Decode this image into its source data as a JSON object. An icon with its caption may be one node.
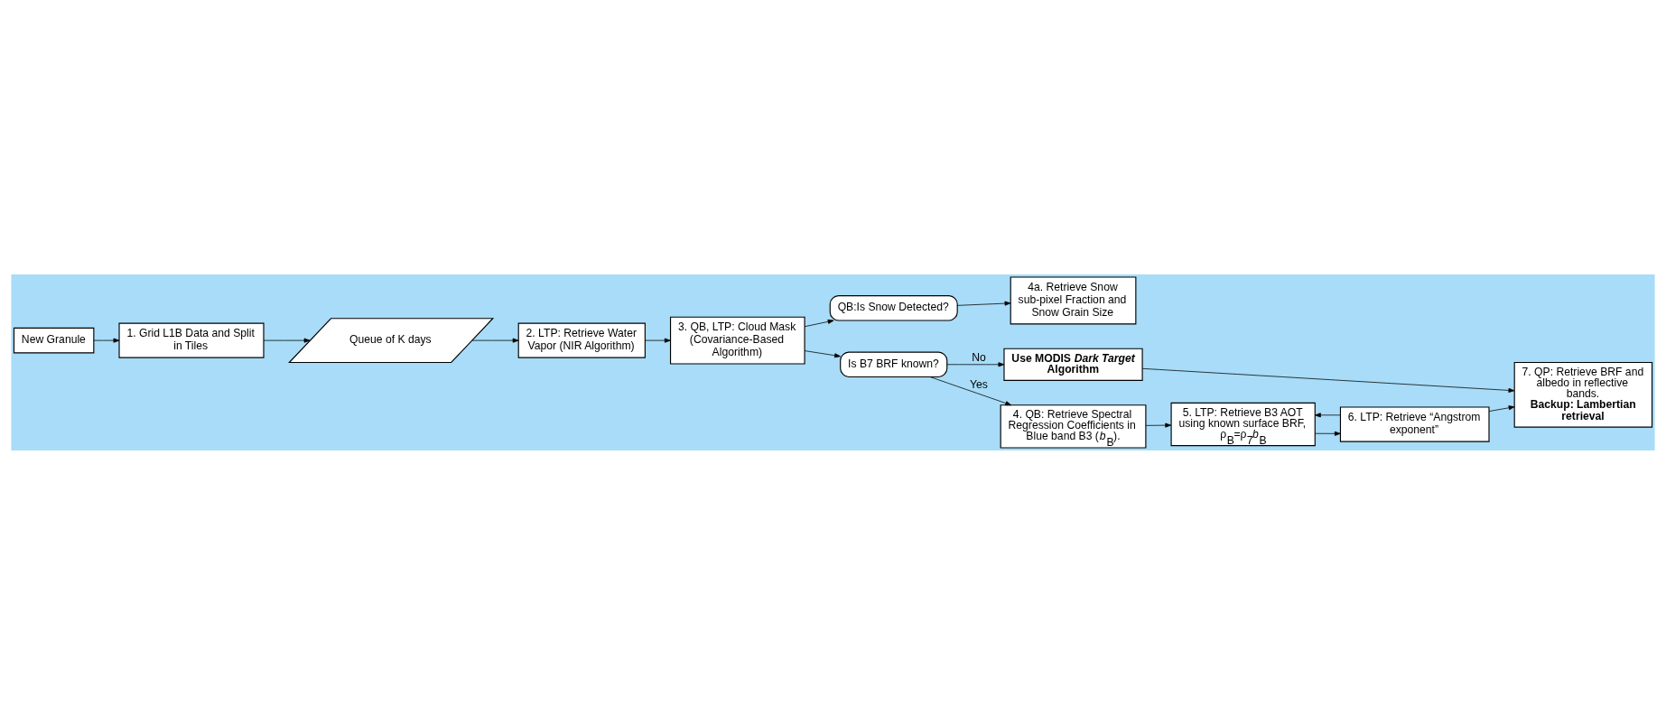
{
  "diagram": {
    "nodes": [
      {
        "text": [
          "New Granule"
        ]
      },
      {
        "text": [
          "1. Grid L1B Data and Split in Tiles"
        ]
      },
      {
        "text": [
          "Queue of K days"
        ]
      },
      {
        "text": [
          "2. LTP: Retrieve Water Vapor (NIR Algorithm)"
        ]
      },
      {
        "text": [
          "3. QB, LTP: Cloud Mask (Covariance-Based Algorithm)"
        ]
      },
      {
        "text": [
          "QB:Is Snow Detected?"
        ]
      },
      {
        "text": [
          "4a. Retrieve Snow sub-pixel Fraction and Snow Grain Size"
        ]
      },
      {
        "text": [
          "Is B7 BRF known?"
        ]
      },
      {
        "text": [
          "Use MODIS *Dark Target* Algorithm"
        ]
      },
      {
        "text": [
          "4. QB: Retrieve Spectral Regression Coefficients in Blue band B3 (*b*$_{B}$)."
        ]
      },
      {
        "text": [
          "5. LTP: Retrieve B3 AOT using known surface BRF, ρ$_{B}$=ρ$_{7}$*b*$_{B}$"
        ]
      },
      {
        "text": [
          "6. LTP: Retrieve “Angstrom exponent”"
        ]
      },
      {
        "text": [
          "7. QP: Retrieve BRF and albedo in reflective bands.",
          "Backup: Lambertian retrieval"
        ]
      }
    ],
    "edges": [
      {
        "from": 0,
        "to": 1,
        "arrow": "to"
      },
      {
        "from": 1,
        "to": 2,
        "arrow": "to"
      },
      {
        "from": 2,
        "to": 3,
        "arrow": "to"
      },
      {
        "from": 3,
        "to": 4,
        "arrow": "to"
      },
      {
        "from": 4,
        "to": 5,
        "arrow": "to"
      },
      {
        "from": 5,
        "to": 6,
        "arrow": "to"
      },
      {
        "from": 4,
        "to": 7,
        "arrow": "to"
      },
      {
        "from": 7,
        "to": 8,
        "label": "No",
        "arrow": "to"
      },
      {
        "from": 7,
        "to": 9,
        "label": "Yes",
        "arrow": "to"
      },
      {
        "from": 8,
        "to": 12,
        "arrow": "to"
      },
      {
        "from": 9,
        "to": 10,
        "arrow": "to"
      },
      {
        "from": 10,
        "to": 11,
        "arrow": "to"
      },
      {
        "from": 11,
        "to": 10,
        "arrow": "to"
      },
      {
        "from": 11,
        "to": 12,
        "arrow": "to"
      }
    ]
  }
}
